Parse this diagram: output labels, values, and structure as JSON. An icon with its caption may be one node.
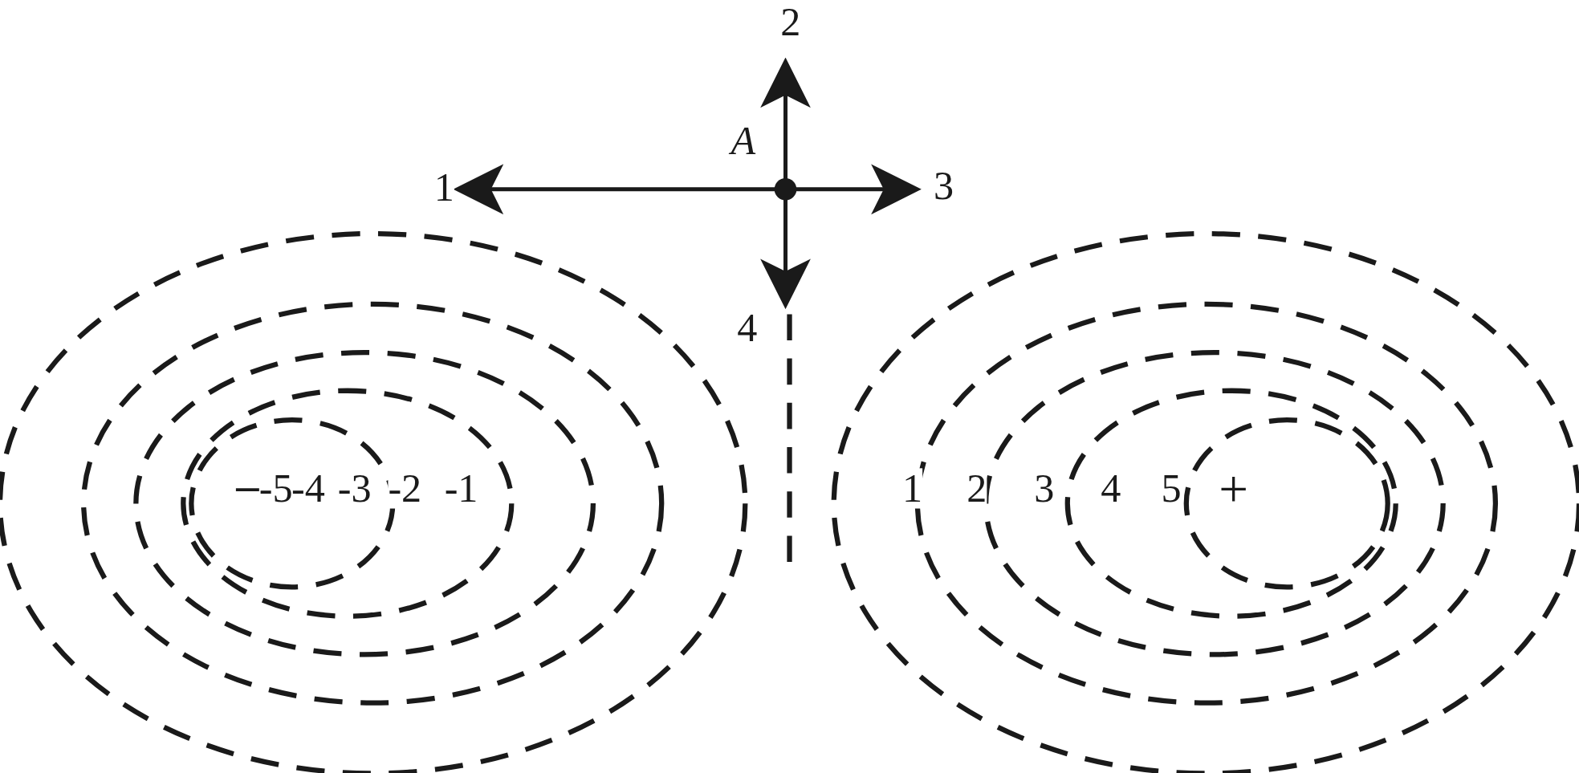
{
  "diagram": {
    "labels": [
      "2",
      "A",
      "1",
      "3",
      "4",
      "−",
      "-5",
      "-4",
      "-3",
      "-2",
      "-1",
      "1",
      "2",
      "3",
      "4",
      "5",
      "+"
    ]
  }
}
